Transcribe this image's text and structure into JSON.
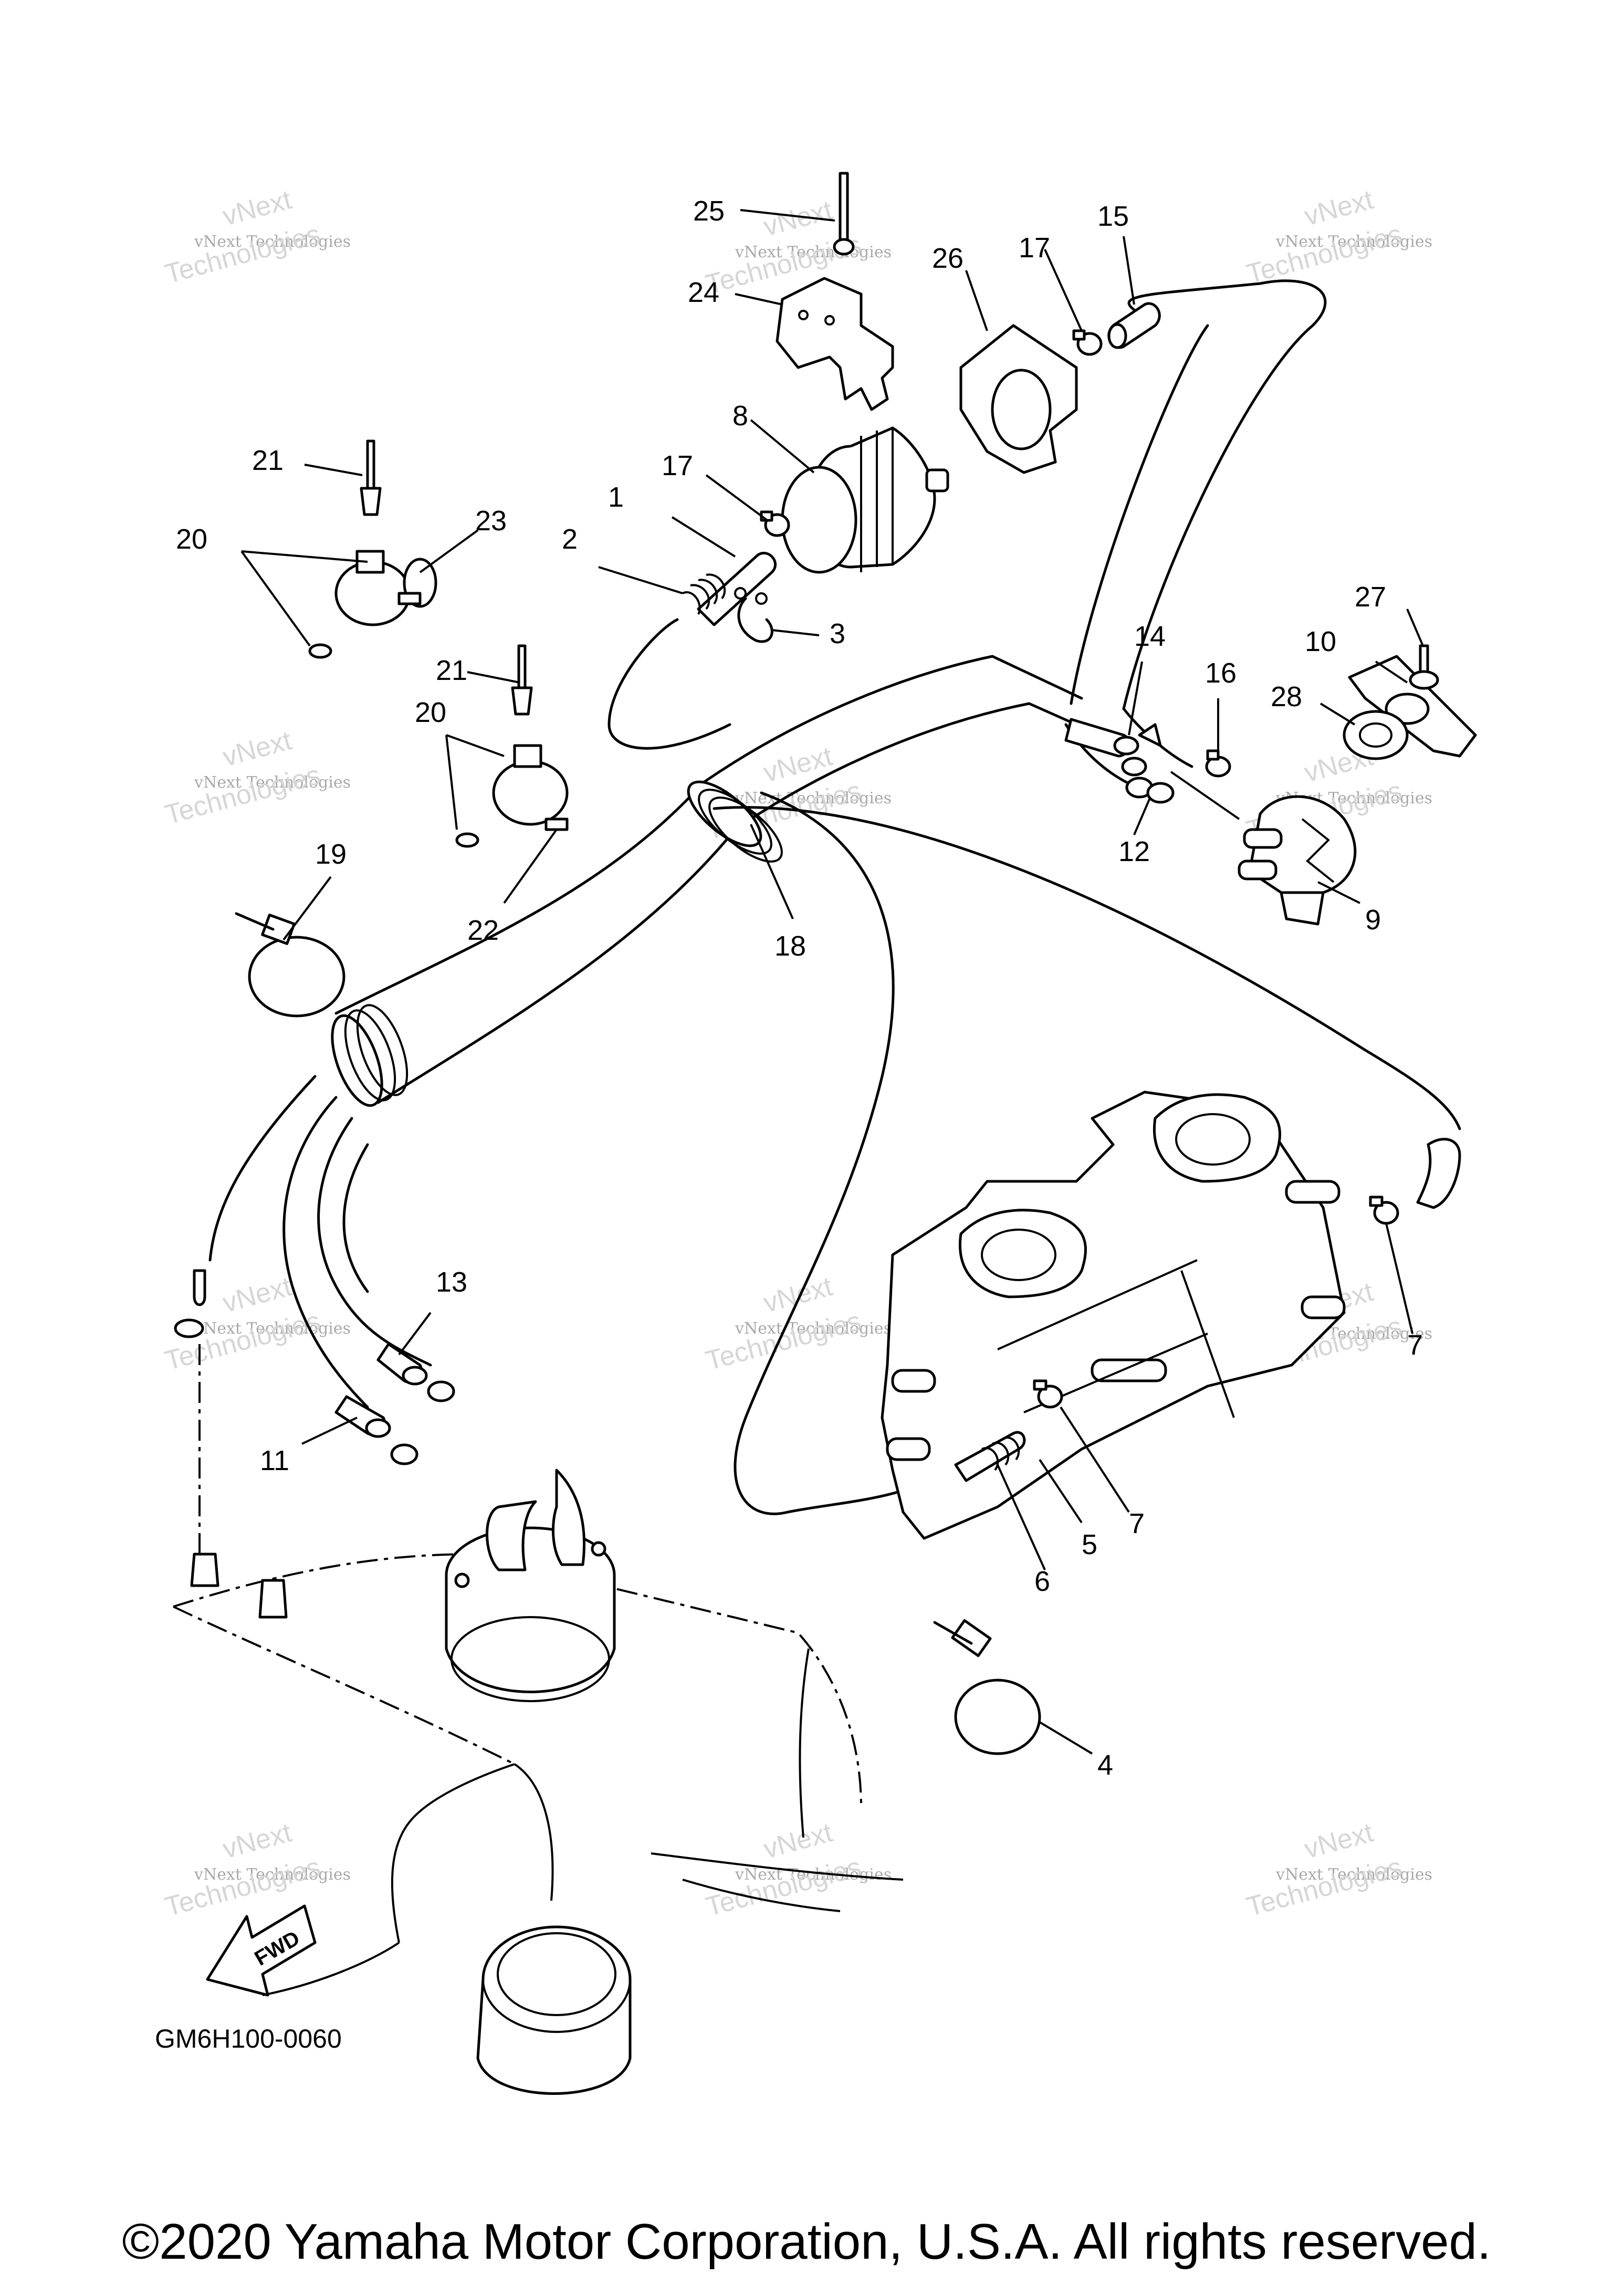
{
  "diagram": {
    "part_labels": [
      "1",
      "2",
      "3",
      "4",
      "5",
      "6",
      "7",
      "7",
      "7",
      "8",
      "9",
      "10",
      "11",
      "12",
      "13",
      "14",
      "15",
      "16",
      "17",
      "17",
      "18",
      "19",
      "20",
      "20",
      "21",
      "21",
      "22",
      "23",
      "24",
      "25",
      "26",
      "27",
      "28"
    ],
    "figure_code": "GM6H100-0060",
    "fwd_label": "FWD"
  },
  "watermark": {
    "line1": "vNext",
    "line2": "vNext Technologies",
    "line3": "Technologies"
  },
  "footer": {
    "copyright": "©2020 Yamaha Motor Corporation, U.S.A. All rights reserved."
  }
}
